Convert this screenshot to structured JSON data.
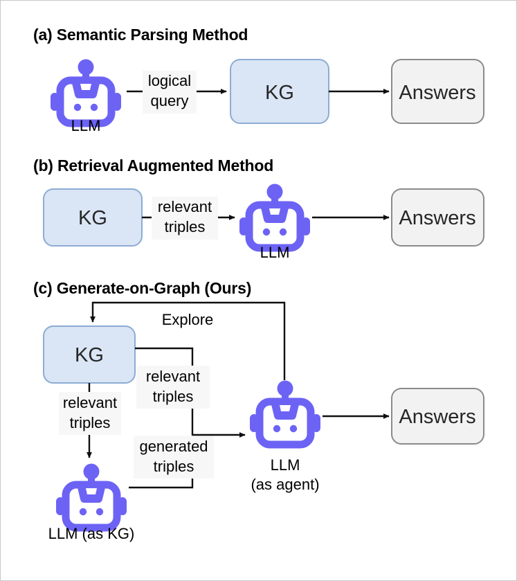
{
  "figure": {
    "background_color": "#ffffff",
    "accent_color": "#6c63f5",
    "kg_fill_color": "#dae5f5",
    "kg_border_color": "#8cacd3",
    "answers_fill_color": "#f2f2f2",
    "answers_border_color": "#8a8a8a",
    "line_color": "#0f0f0f"
  },
  "sections": {
    "a": {
      "title": "(a) Semantic Parsing Method",
      "nodes": {
        "llm_caption": "LLM",
        "kg_label": "KG",
        "answers_label": "Answers"
      },
      "edges": {
        "llm_to_kg_line1": "logical",
        "llm_to_kg_line2": "query"
      }
    },
    "b": {
      "title": "(b) Retrieval Augmented Method",
      "nodes": {
        "kg_label": "KG",
        "llm_caption": "LLM",
        "answers_label": "Answers"
      },
      "edges": {
        "kg_to_llm_line1": "relevant",
        "kg_to_llm_line2": "triples"
      }
    },
    "c": {
      "title": "(c) Generate-on-Graph (Ours)",
      "nodes": {
        "kg_label": "KG",
        "llm_as_kg_caption": "LLM (as KG)",
        "llm_agent_caption_line1": "LLM",
        "llm_agent_caption_line2": "(as agent)",
        "answers_label": "Answers"
      },
      "edges": {
        "explore": "Explore",
        "kg_to_llmkg_line1": "relevant",
        "kg_to_llmkg_line2": "triples",
        "kg_to_agent_line1": "relevant",
        "kg_to_agent_line2": "triples",
        "llmkg_to_agent_line1": "generated",
        "llmkg_to_agent_line2": "triples"
      }
    }
  }
}
